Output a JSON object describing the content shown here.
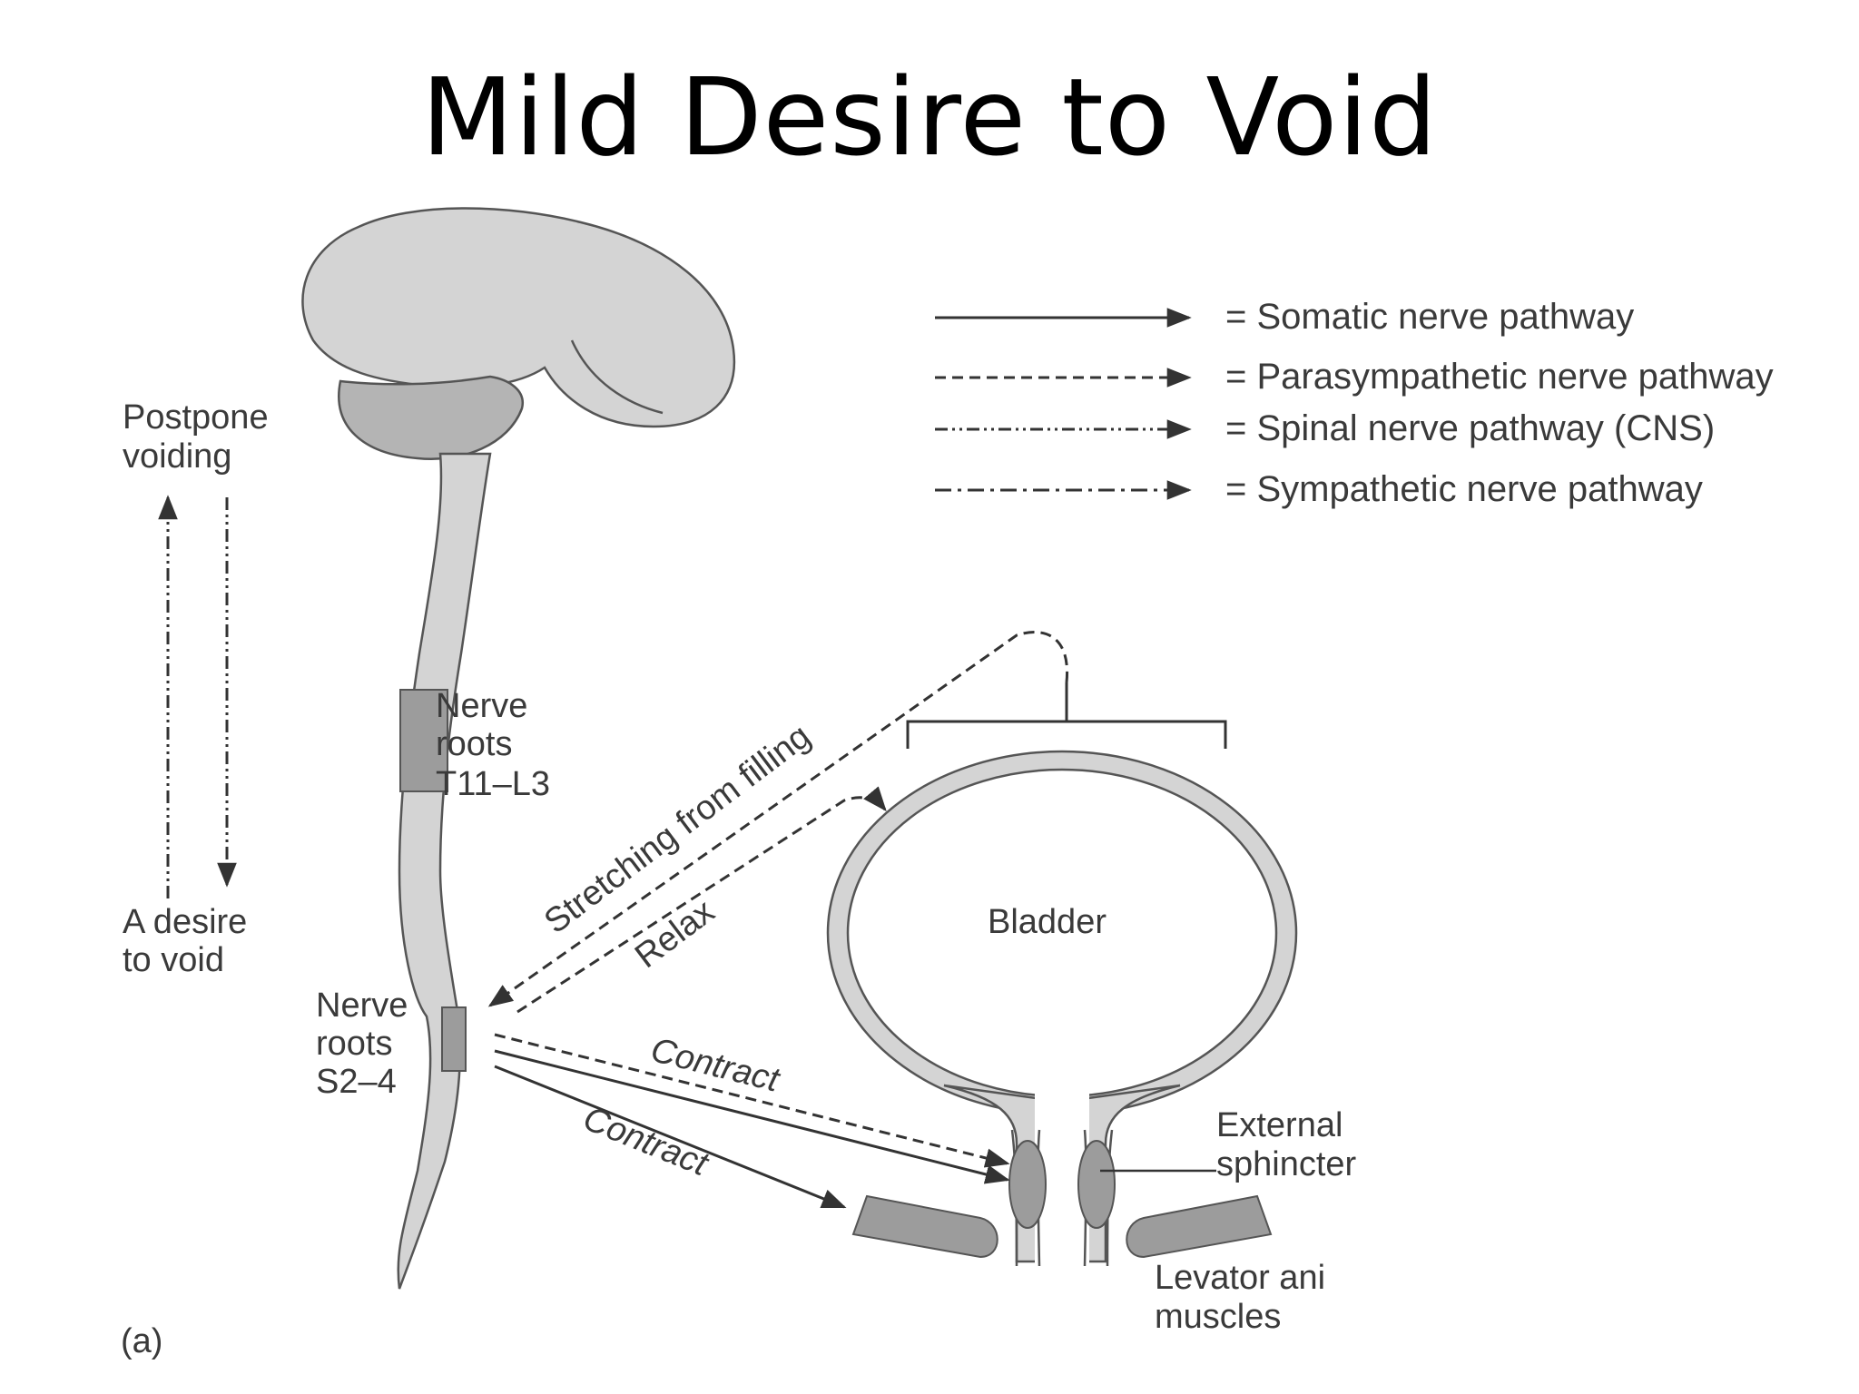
{
  "slide": {
    "title": "Mild Desire to Void"
  },
  "legend": [
    {
      "style": "solid",
      "label": "= Somatic nerve pathway"
    },
    {
      "style": "dashed",
      "label": "= Parasympathetic nerve pathway"
    },
    {
      "style": "dash-dot-dot",
      "label": "= Spinal nerve pathway (CNS)"
    },
    {
      "style": "dash-dot",
      "label": "= Sympathetic nerve pathway"
    }
  ],
  "labels": {
    "postpone_line1": "Postpone",
    "postpone_line2": "voiding",
    "desire_line1": "A desire",
    "desire_line2": "to void",
    "nerve_t_line1": "Nerve",
    "nerve_t_line2": "roots",
    "nerve_t_line3": "T11–L3",
    "nerve_s_line1": "Nerve",
    "nerve_s_line2": "roots",
    "nerve_s_line3": "S2–4",
    "stretching": "Stretching from filling",
    "relax": "Relax",
    "contract_upper": "Contract",
    "contract_lower": "Contract",
    "bladder": "Bladder",
    "external_line1": "External",
    "external_line2": "sphincter",
    "levator_line1": "Levator ani",
    "levator_line2": "muscles",
    "panel": "(a)"
  },
  "colors": {
    "tissue_light": "#d4d4d4",
    "tissue_dark": "#9c9c9c",
    "outline": "#555555",
    "line": "#333333",
    "text": "#3a3a3a"
  }
}
